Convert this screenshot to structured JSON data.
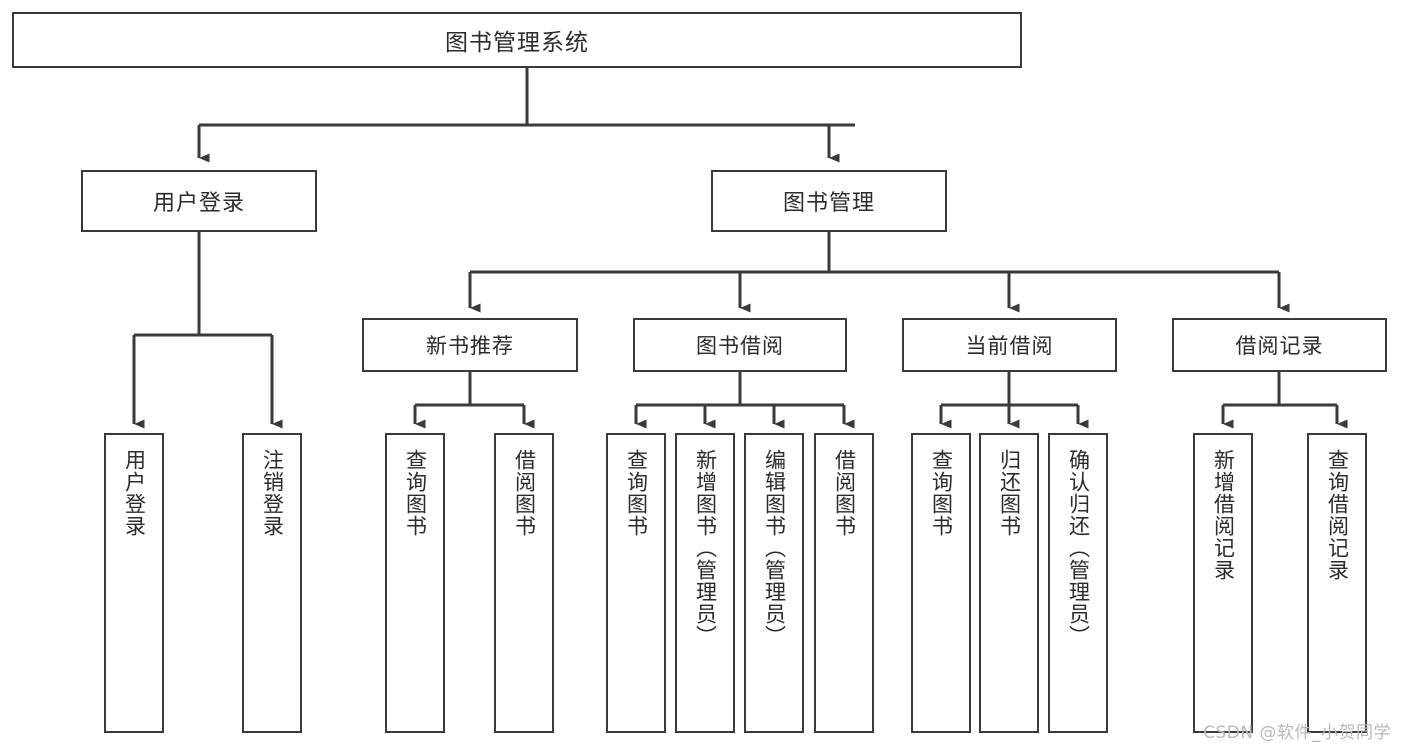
{
  "diagram": {
    "title": "图书管理系统",
    "type": "tree",
    "orientation": "top-down",
    "colors": {
      "box_border": "#3a3a3a",
      "box_fill": "#ffffff",
      "connector": "#3a3a3a",
      "text": "#2b2b2b",
      "background": "#ffffff",
      "watermark": "#b9b9b9"
    }
  },
  "root": {
    "label": "图书管理系统"
  },
  "level2": [
    {
      "id": "user-login",
      "label": "用户登录"
    },
    {
      "id": "book-management",
      "label": "图书管理"
    }
  ],
  "level3": [
    {
      "id": "new-book-recommend",
      "label": "新书推荐",
      "parent": "book-management"
    },
    {
      "id": "book-borrow",
      "label": "图书借阅",
      "parent": "book-management"
    },
    {
      "id": "current-borrow",
      "label": "当前借阅",
      "parent": "book-management"
    },
    {
      "id": "borrow-record",
      "label": "借阅记录",
      "parent": "book-management"
    }
  ],
  "leaves": [
    {
      "id": "leaf-user-login",
      "label": "用户登录",
      "parent": "user-login"
    },
    {
      "id": "leaf-logout-login",
      "label": "注销登录",
      "parent": "user-login"
    },
    {
      "id": "leaf-query-book-1",
      "label": "查询图书",
      "parent": "new-book-recommend"
    },
    {
      "id": "leaf-borrow-book-1",
      "label": "借阅图书",
      "parent": "new-book-recommend"
    },
    {
      "id": "leaf-query-book-2",
      "label": "查询图书",
      "parent": "book-borrow"
    },
    {
      "id": "leaf-add-book",
      "label": "新增图书（管理员）",
      "parent": "book-borrow"
    },
    {
      "id": "leaf-edit-book",
      "label": "编辑图书（管理员）",
      "parent": "book-borrow"
    },
    {
      "id": "leaf-borrow-book-2",
      "label": "借阅图书",
      "parent": "book-borrow"
    },
    {
      "id": "leaf-query-book-3",
      "label": "查询图书",
      "parent": "current-borrow"
    },
    {
      "id": "leaf-return-book",
      "label": "归还图书",
      "parent": "current-borrow"
    },
    {
      "id": "leaf-confirm-return",
      "label": "确认归还（管理员）",
      "parent": "current-borrow"
    },
    {
      "id": "leaf-add-record",
      "label": "新增借阅记录",
      "parent": "borrow-record"
    },
    {
      "id": "leaf-query-record",
      "label": "查询借阅记录",
      "parent": "borrow-record"
    }
  ],
  "watermark": {
    "text": "CSDN @软件_小贺同学"
  }
}
